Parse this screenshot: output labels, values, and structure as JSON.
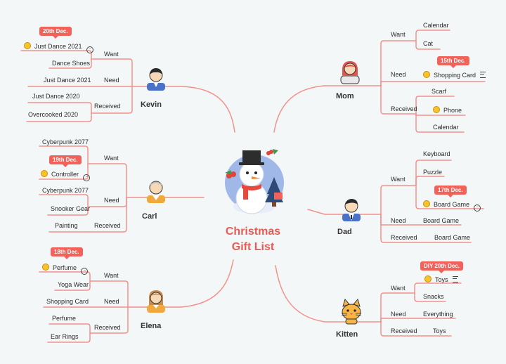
{
  "title": {
    "line1": "Christmas",
    "line2": "Gift List"
  },
  "kevin": {
    "name": "Kevin",
    "want": "Want",
    "need": "Need",
    "received": "Received",
    "tag": "20th Dec.",
    "want_items": [
      "Just Dance 2021",
      "Dance Shoes"
    ],
    "need_items": [
      "Just Dance 2021"
    ],
    "received_items": [
      "Just Dance 2020",
      "Overcooked 2020"
    ]
  },
  "carl": {
    "name": "Carl",
    "want": "Want",
    "need": "Need",
    "received": "Received",
    "tag": "19th Dec.",
    "want_items": [
      "Cyberpunk 2077",
      "Controller"
    ],
    "need_items": [
      "Cyberpunk 2077",
      "Snooker Gear"
    ],
    "received_items": [
      "Painting"
    ]
  },
  "elena": {
    "name": "Elena",
    "want": "Want",
    "need": "Need",
    "received": "Received",
    "tag": "18th Dec.",
    "want_items": [
      "Perfume",
      "Yoga Wear"
    ],
    "need_items": [
      "Shopping Card"
    ],
    "received_items": [
      "Perfume",
      "Ear Rings"
    ]
  },
  "mom": {
    "name": "Mom",
    "want": "Want",
    "need": "Need",
    "received": "Received",
    "tag": "15th Dec.",
    "want_items": [
      "Calendar",
      "Cat"
    ],
    "need_items": [
      "Shopping Card"
    ],
    "received_items": [
      "Scarf",
      "Phone",
      "Calendar"
    ]
  },
  "dad": {
    "name": "Dad",
    "want": "Want",
    "need": "Need",
    "received": "Received",
    "tag": "17th Dec.",
    "want_items": [
      "Keyboard",
      "Puzzle",
      "Board Game"
    ],
    "need_items": [
      "Board Game"
    ],
    "received_items": [
      "Board Game"
    ]
  },
  "kitten": {
    "name": "Kitten",
    "want": "Want",
    "need": "Need",
    "received": "Received",
    "tag": "DIY 20th Dec.",
    "want_items": [
      "Toys",
      "Snacks"
    ],
    "need_items": [
      "Everything"
    ],
    "received_items": [
      "Toys"
    ]
  },
  "colors": {
    "line": "#f2928a",
    "accent": "#f0625a",
    "title": "#ea5a52",
    "background": "#f4f7f8"
  },
  "icons": [
    "emoji-icon",
    "more-options-icon",
    "notes-icon",
    "snowman-icon",
    "avatar-icon",
    "cat-icon"
  ]
}
